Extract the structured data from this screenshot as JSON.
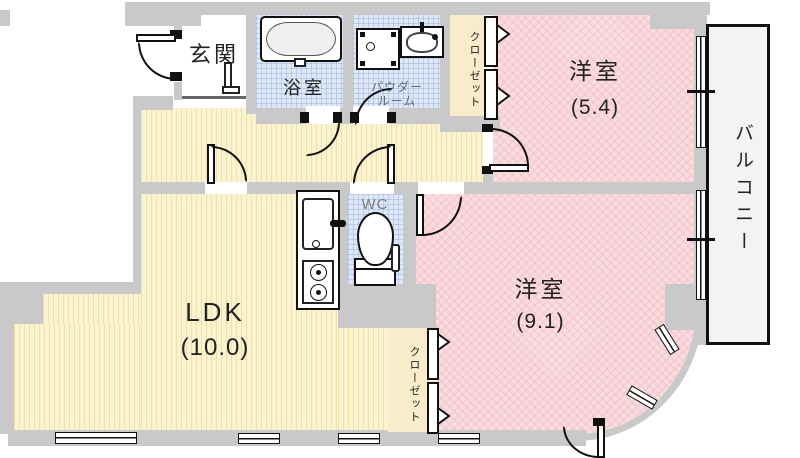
{
  "rooms": {
    "genkan": {
      "label": "玄関"
    },
    "bathroom": {
      "label": "浴室"
    },
    "powder_room": {
      "line1": "パウダー",
      "line2": "ルーム"
    },
    "closet_top": {
      "label": "クローゼット"
    },
    "western_room_54": {
      "label": "洋室",
      "size": "(5.4)"
    },
    "balcony": {
      "label": "バルコニー"
    },
    "wc": {
      "label": "WC"
    },
    "ldk": {
      "label": "LDK",
      "size": "(10.0)"
    },
    "western_room_91": {
      "label": "洋室",
      "size": "(9.1)"
    },
    "closet_bottom": {
      "label": "クローゼット"
    }
  },
  "colors": {
    "wall": "#c9c9c9",
    "wood_floor": "#faf3ce",
    "pink_floor": "#fadde0",
    "wet_floor": "#dde7f5",
    "closet": "#f8eccb",
    "balcony": "#f3f3f3",
    "outline": "#111111"
  }
}
